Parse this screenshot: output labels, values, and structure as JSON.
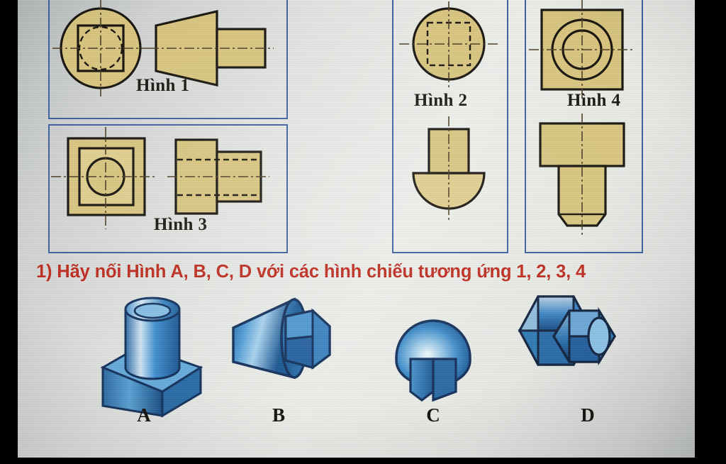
{
  "slide": {
    "question": "1) Hãy nối Hình A, B, C, D với các hình chiếu tương ứng 1, 2, 3, 4",
    "question_color": "#bc2a1d",
    "background_color": "#e7e9e5",
    "panel_border_color": "#3a5f9f",
    "drawing_fill_color": "#d8c47e",
    "drawing_line_color": "#16120c",
    "object_color": "#2f7fc4"
  },
  "projections": [
    {
      "id": "hinh1",
      "label": "Hình 1",
      "views": [
        {
          "name": "top-view",
          "description": "circle with inscribed square and dashed inner circle"
        },
        {
          "name": "front-view",
          "description": "truncated cone profile with cylindrical stub"
        }
      ]
    },
    {
      "id": "hinh2",
      "label": "Hình 2",
      "views": [
        {
          "name": "top-view",
          "description": "circle with dashed square"
        },
        {
          "name": "front-view",
          "description": "rectangle on half-dome"
        }
      ]
    },
    {
      "id": "hinh3",
      "label": "Hình 3",
      "views": [
        {
          "name": "top-view",
          "description": "square within square with circle"
        },
        {
          "name": "front-view",
          "description": "two stepped rectangles with dashed hidden lines"
        }
      ]
    },
    {
      "id": "hinh4",
      "label": "Hình 4",
      "views": [
        {
          "name": "top-view",
          "description": "square with two concentric circles"
        },
        {
          "name": "front-view",
          "description": "wide rectangle over narrow rectangle with chamfered bottom"
        }
      ]
    }
  ],
  "objects": [
    {
      "id": "obj-a",
      "label": "A",
      "description": "hollow cylinder on cube base"
    },
    {
      "id": "obj-b",
      "label": "B",
      "description": "truncated cone with square prism stub"
    },
    {
      "id": "obj-c",
      "label": "C",
      "description": "hemisphere dome on square prism stub"
    },
    {
      "id": "obj-d",
      "label": "D",
      "description": "two stacked square prisms with cylindrical hole"
    }
  ]
}
